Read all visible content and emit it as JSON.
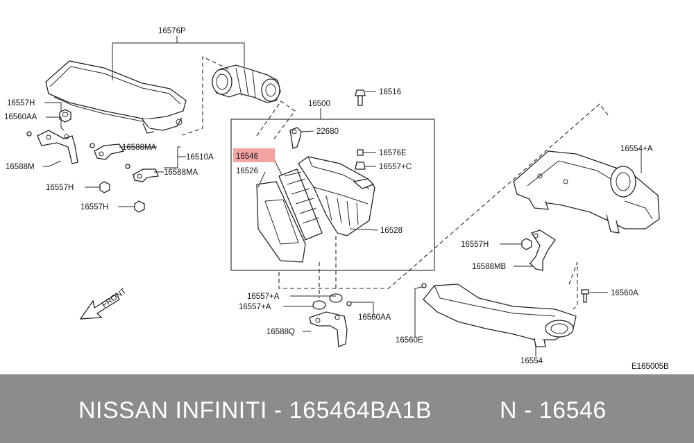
{
  "diagram": {
    "code": "E165005B",
    "front_label": "FRONT",
    "highlight_color": "#f4a3a3",
    "labels": {
      "p16576P": "16576P",
      "p16557H_a": "16557H",
      "p16560AA_a": "16560AA",
      "p16588M": "16588M",
      "p16588MA_a": "16588MA",
      "p16510A": "16510A",
      "p16588MA_b": "16588MA",
      "p16557H_b": "16557H",
      "p16557H_c": "16557H",
      "p16516": "16516",
      "p16500": "16500",
      "p22680": "22680",
      "p16546": "16546",
      "p16576E": "16576E",
      "p16557C": "16557+C",
      "p16526": "16526",
      "p16528": "16528",
      "p16554A": "16554+A",
      "p16557H_d": "16557H",
      "p16588MB": "16588MB",
      "p16560A": "16560A",
      "p16557A_a": "16557+A",
      "p16557A_b": "16557+A",
      "p16560AA_b": "16560AA",
      "p16588Q": "16588Q",
      "p16560E": "16560E",
      "p16554": "16554"
    }
  },
  "footer": {
    "part_title": "NISSAN  INFINITI - 165464BA1B",
    "part_ref": "N - 16546"
  }
}
